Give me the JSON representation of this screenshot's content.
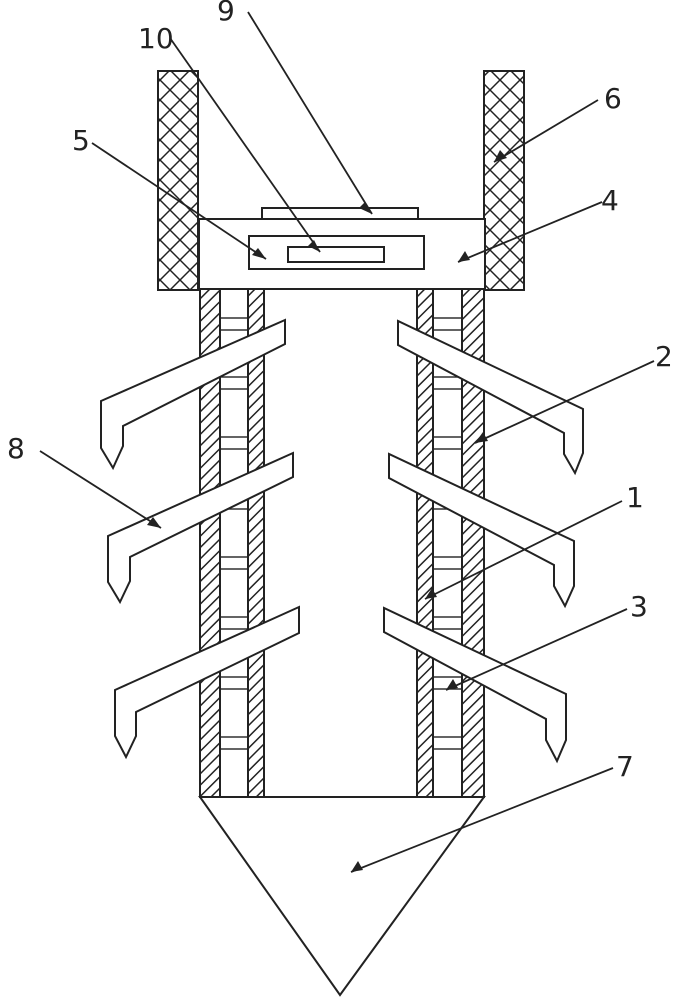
{
  "labels": {
    "l1": "1",
    "l2": "2",
    "l3": "3",
    "l4": "4",
    "l5": "5",
    "l6": "6",
    "l7": "7",
    "l8": "8",
    "l9": "9",
    "l10": "10"
  },
  "colors": {
    "stroke": "#222222",
    "background": "#ffffff"
  }
}
